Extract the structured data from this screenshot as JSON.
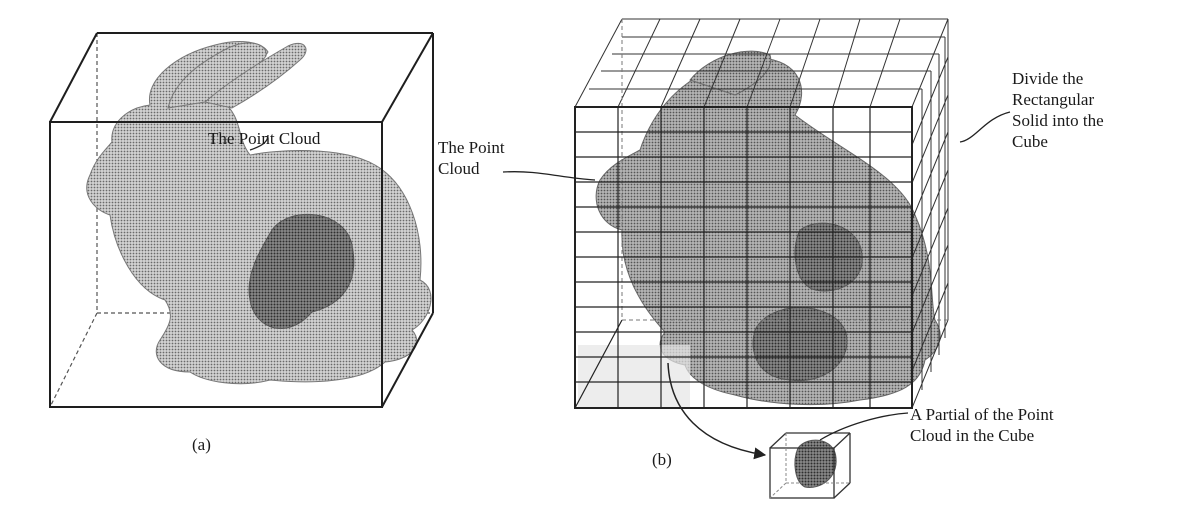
{
  "figure": {
    "panel_a": {
      "caption": "(a)",
      "label_point_cloud": "The Point Cloud"
    },
    "panel_b": {
      "caption": "(b)",
      "label_point_cloud_line1": "The Point",
      "label_point_cloud_line2": "Cloud",
      "label_divide_line1": "Divide the",
      "label_divide_line2": "Rectangular",
      "label_divide_line3": "Solid into the",
      "label_divide_line4": "Cube",
      "label_partial_line1": "A Partial of the Point",
      "label_partial_line2": "Cloud  in the Cube"
    }
  }
}
